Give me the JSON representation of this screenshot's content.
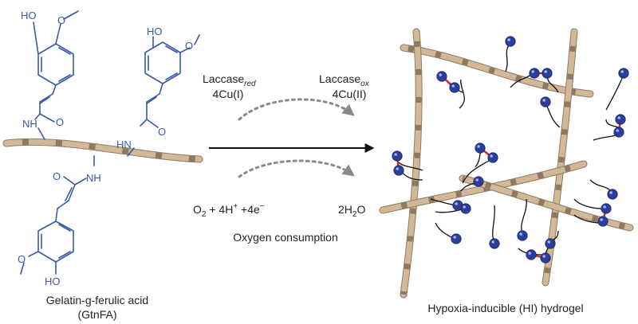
{
  "left_panel": {
    "name_line1": "Gelatin-g-ferulic acid",
    "name_line2": "(GtnFA)",
    "groups": {
      "ho": "HO",
      "ome": "O",
      "nh": "NH",
      "hn": "HN",
      "o": "O"
    }
  },
  "reaction": {
    "laccase_red": "Laccase",
    "laccase_red_sub": "red",
    "cu_red": "4Cu(I)",
    "laccase_ox": "Laccase",
    "laccase_ox_sub": "ox",
    "cu_ox": "4Cu(II)",
    "o2": "O",
    "o2_sub": "2",
    "o2_rest": " + 4H",
    "plus_sup": "+",
    "e_part": " +4e",
    "minus_sup": "−",
    "water_a": "2H",
    "water_sub": "2",
    "water_b": "O",
    "caption": "Oxygen consumption",
    "caption_color": "#e0231f"
  },
  "right_panel": {
    "caption": "Hypoxia-inducible (HI) hydrogel"
  },
  "colors": {
    "fiber": "#d2b896",
    "fiber_band": "#8e7a64",
    "molecule": "#3a5aa8",
    "bead": "#2c3e99",
    "crosslink": "#e02020"
  }
}
